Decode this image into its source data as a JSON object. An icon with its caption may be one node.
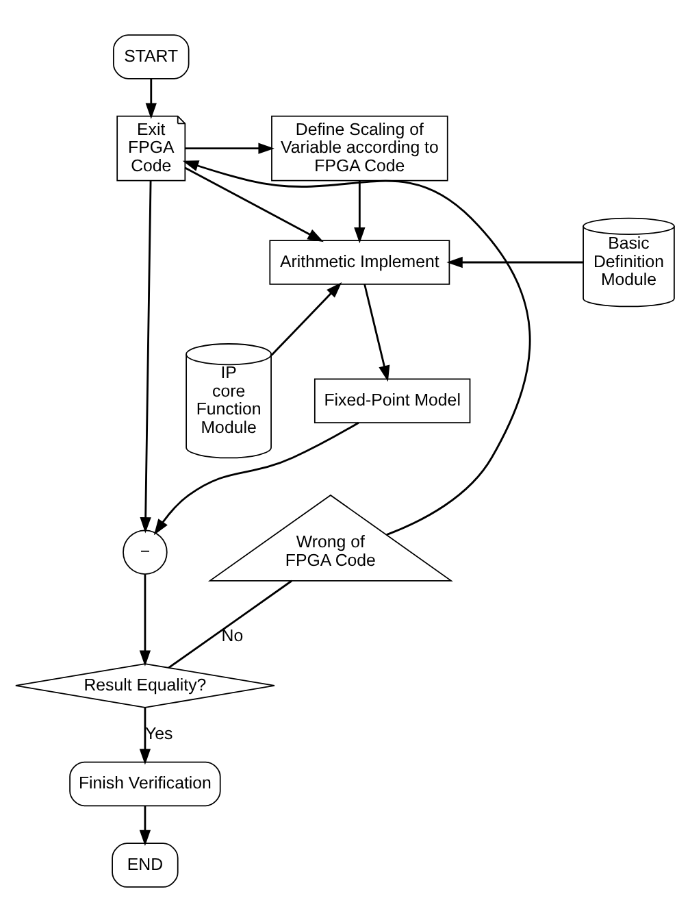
{
  "diagram": {
    "nodes": [
      {
        "text": [
          "START"
        ]
      },
      {
        "text": [
          "Exit FPGA Code"
        ]
      },
      {
        "text": [
          "Define Scaling of Variable according to FPGA Code"
        ]
      },
      {
        "text": [
          "Basic Definition Module"
        ]
      },
      {
        "text": [
          "Arithmetic Implement"
        ]
      },
      {
        "text": [
          "IP core Function Module"
        ]
      },
      {
        "text": [
          "Wrong of FPGA Code"
        ]
      },
      {
        "text": [
          "Fixed-Point Model"
        ]
      },
      {
        "text": [
          "−"
        ]
      },
      {
        "text": [
          "Result Equality?"
        ]
      },
      {
        "text": [
          "Finish Verification"
        ]
      },
      {
        "text": [
          "END"
        ]
      }
    ],
    "edges": [
      {
        "from": 0,
        "to": 1,
        "arrow": "to"
      },
      {
        "from": 1,
        "to": 2,
        "arrow": "to"
      },
      {
        "from": 2,
        "to": 4,
        "arrow": "to"
      },
      {
        "from": 3,
        "to": 4,
        "arrow": "to"
      },
      {
        "from": 1,
        "to": 4,
        "arrow": "to"
      },
      {
        "from": 5,
        "to": 4,
        "arrow": "to"
      },
      {
        "from": 4,
        "to": 7,
        "arrow": "to"
      },
      {
        "from": 1,
        "to": 8,
        "arrow": "to"
      },
      {
        "from": 7,
        "to": 8,
        "arrow": "to"
      },
      {
        "from": 8,
        "to": 9,
        "arrow": "to"
      },
      {
        "from": 9,
        "to": 6,
        "label": "No",
        "arrow": "none"
      },
      {
        "from": 6,
        "to": 1,
        "arrow": "to"
      },
      {
        "from": 9,
        "to": 10,
        "label": "Yes",
        "arrow": "to"
      },
      {
        "from": 10,
        "to": 11,
        "arrow": "to"
      }
    ]
  }
}
